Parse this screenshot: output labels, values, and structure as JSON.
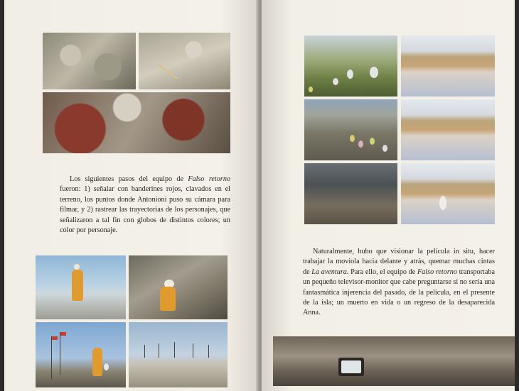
{
  "left_page": {
    "paragraph": {
      "t1": "Los siguientes pasos del equipo de ",
      "i1": "Falso retorno",
      "t2": " fueron: 1) señalar con banderines rojos, clavados en el terreno, los puntos donde Antonioni puso su cámara para filmar, y 2) rastrear las trayectorias de los personajes, que señalizaron a tal fin con globos de distintos colores; un color por personaje."
    }
  },
  "right_page": {
    "paragraph": {
      "t1": "Naturalmente, hubo que visionar la película in situ, hacer trabajar la moviola hacia delante y atrás, quemar muchas cintas de ",
      "i1": "La aventura",
      "t2": ". Para ello, el equipo de ",
      "i2": "Falso retorno",
      "t3": " transportaba un pequeño televisor-monitor que cabe preguntarse si no sería una fantasmática injerencia del pasado, de la película, en el presente de la isla; un muerto en vida o un regreso de la desaparecida Anna."
    }
  },
  "colors": {
    "paper": "#f3f0e8",
    "ink": "#2a241d",
    "background": "#2b2a28",
    "flag_red": "#cc3a2a",
    "suit_orange": "#e19a2d"
  }
}
